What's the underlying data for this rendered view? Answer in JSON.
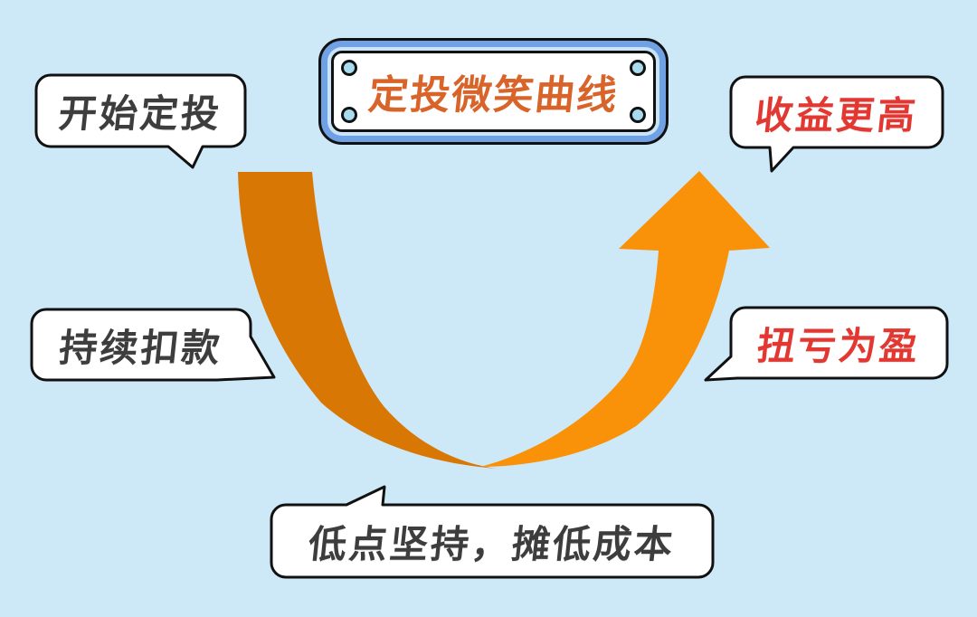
{
  "title_badge": {
    "label": "定投微笑曲线"
  },
  "bubbles": {
    "start": {
      "label": "开始定投",
      "position": "top-left"
    },
    "keep": {
      "label": "持续扣款",
      "position": "middle-left"
    },
    "return": {
      "label": "收益更高",
      "position": "top-right"
    },
    "profit": {
      "label": "扭亏为盈",
      "position": "middle-right"
    },
    "bottom": {
      "label": "低点坚持，摊低成本",
      "position": "bottom-center"
    }
  },
  "curve": {
    "description": "smile-curve-with-up-arrow"
  },
  "colors": {
    "background": "#CDE8F7",
    "curve_left_arm": "#D97704",
    "curve_right_arm_arrow": "#FA9209",
    "badge_fill": "#6FA1E4",
    "badge_ring": "#C9E4F7",
    "screw_fill": "#A9DBEE",
    "title_text": "#D9642A",
    "dark_text": "#3D3D3D",
    "red_text": "#E33832",
    "outline": "#111111",
    "bubble_fill": "#FFFFFF"
  }
}
